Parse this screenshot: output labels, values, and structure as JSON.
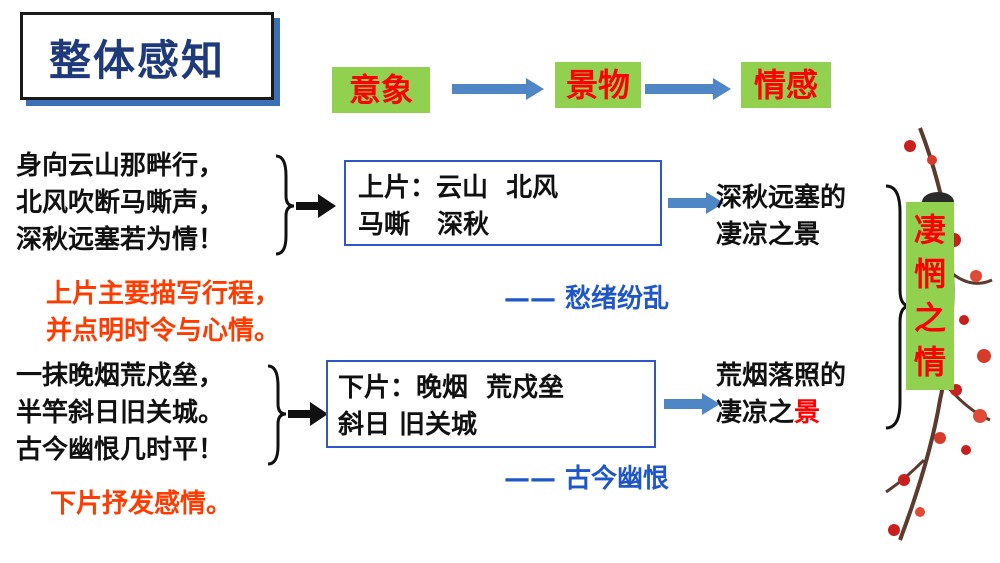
{
  "title": "整体感知",
  "flow": {
    "items": [
      "意象",
      "景物",
      "情感"
    ]
  },
  "upper": {
    "poem": [
      "身向云山那畔行，",
      "北风吹断马嘶声，",
      "深秋远塞若为情！"
    ],
    "summary": [
      "上片主要描写行程，",
      "并点明时令与心情。"
    ],
    "box": [
      "上片：云山  北风",
      "马嘶   深秋"
    ],
    "scene": [
      "深秋远塞的",
      "凄凉之景"
    ],
    "emotion": "—— 愁绪纷乱"
  },
  "lower": {
    "poem": [
      "一抹晚烟荒戍垒，",
      "半竿斜日旧关城。",
      "古今幽恨几时平！"
    ],
    "summary": "下片抒发感情。",
    "box": [
      "下片：晚烟  荒戍垒",
      "斜日 旧关城"
    ],
    "scene_line1": "荒烟落照的",
    "scene_line2_prefix": "凄凉之",
    "scene_line2_highlight": "景",
    "emotion": "—— 古今幽恨"
  },
  "conclusion": [
    "凄",
    "惘",
    "之",
    "情"
  ],
  "colors": {
    "accent_red": "#ff0000",
    "accent_blue": "#1f57c8",
    "green": "#92d050",
    "box_border": "#2f55c9"
  }
}
